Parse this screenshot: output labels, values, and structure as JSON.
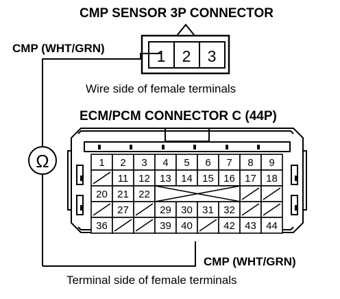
{
  "labels": {
    "cmp_connector_title": "CMP SENSOR 3P CONNECTOR",
    "cmp_wire_top": "CMP (WHT/GRN)",
    "wire_side": "Wire side of female terminals",
    "ecm_connector_title": "ECM/PCM CONNECTOR C (44P)",
    "cmp_wire_bottom": "CMP (WHT/GRN)",
    "terminal_side": "Terminal side of female terminals"
  },
  "cmp_connector": {
    "terminals": [
      "1",
      "2",
      "3"
    ]
  },
  "meter_symbol": "Ω",
  "ecm_connector": {
    "terminals": [
      "1",
      "2",
      "3",
      "4",
      "5",
      "6",
      "7",
      "8",
      "9",
      "11",
      "12",
      "13",
      "14",
      "15",
      "16",
      "17",
      "18",
      "20",
      "21",
      "22",
      "27",
      "29",
      "30",
      "31",
      "32",
      "36",
      "39",
      "40",
      "42",
      "43",
      "44"
    ]
  }
}
